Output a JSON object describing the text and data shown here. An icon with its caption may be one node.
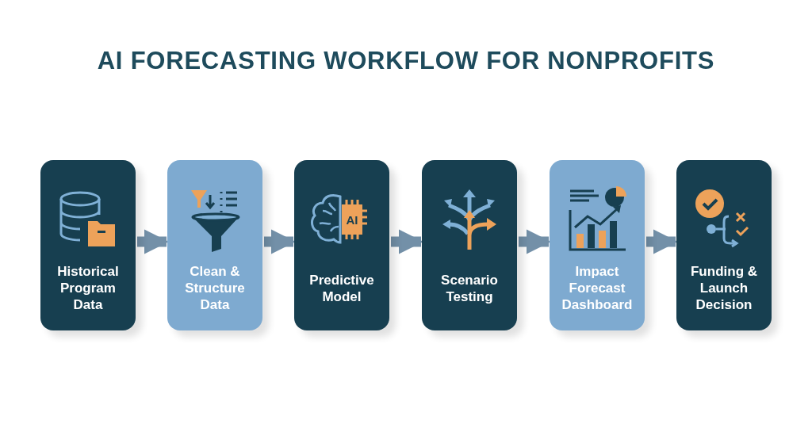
{
  "diagram": {
    "title": "AI FORECASTING WORKFLOW FOR NONPROFITS",
    "nodes": [
      {
        "text": [
          "Historical Program Data"
        ]
      },
      {
        "text": [
          "Clean & Structure Data"
        ]
      },
      {
        "text": [
          "Predictive Model"
        ]
      },
      {
        "text": [
          "Scenario Testing"
        ]
      },
      {
        "text": [
          "Impact Forecast Dashboard"
        ]
      },
      {
        "text": [
          "Funding & Launch Decision"
        ]
      }
    ],
    "edges": [
      {
        "from": 0,
        "to": 1,
        "arrow": "to"
      },
      {
        "from": 1,
        "to": 2,
        "arrow": "to"
      },
      {
        "from": 2,
        "to": 3,
        "arrow": "to"
      },
      {
        "from": 3,
        "to": 4,
        "arrow": "to"
      },
      {
        "from": 4,
        "to": 5,
        "arrow": "to"
      }
    ],
    "labels": [
      "AI"
    ]
  }
}
